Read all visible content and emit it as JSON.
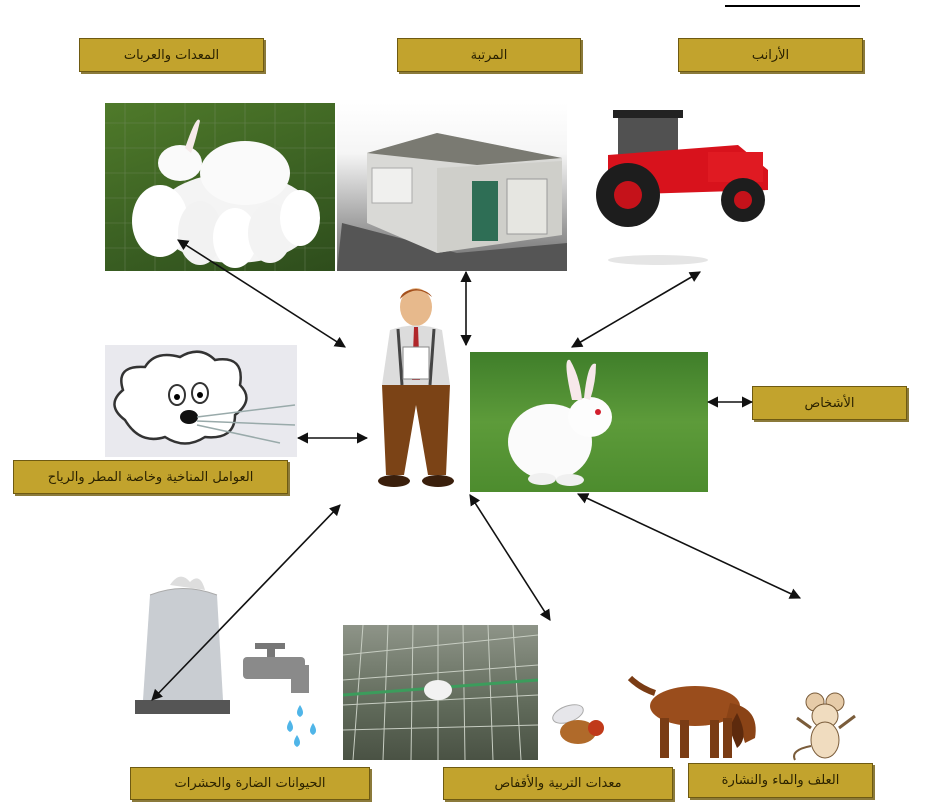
{
  "labels": {
    "rabbits": "الأرانب",
    "breeding_house": "المرتبة",
    "equipment_vehicles": "المعدات والعربات",
    "persons": "الأشخاص",
    "climate": "العوامل المناخية وخاصة المطر والرياح",
    "pests": "الحيوانات الضارة والحشرات",
    "cages": "معدات التربية والأقفاص",
    "feed_water": "العلف والماء والنشارة"
  },
  "colors": {
    "label_fill": "#c2a32d",
    "label_border": "#6e5a12",
    "arrow": "#111111"
  },
  "icons": [
    "rabbit-group-photo",
    "barn-photo",
    "tractor-photo",
    "man-icon",
    "rabbit-photo",
    "wind-cloud-icon",
    "sack-icon",
    "faucet-icon",
    "cages-photo",
    "fly-icon",
    "dog-icon",
    "mouse-icon"
  ]
}
